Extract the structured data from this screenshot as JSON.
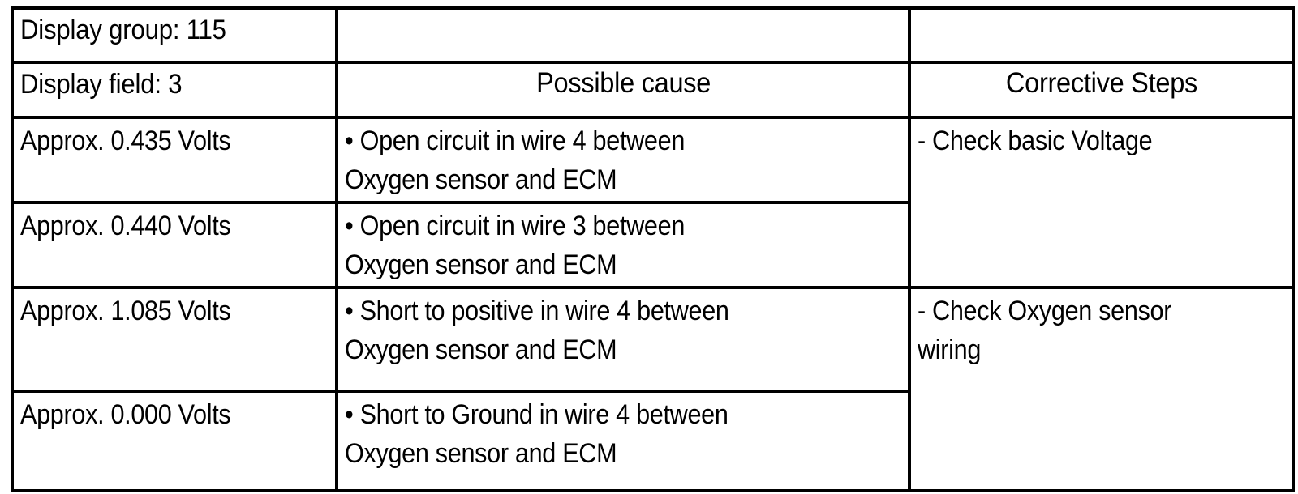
{
  "table": {
    "columns": [
      {
        "key": "display",
        "header": ""
      },
      {
        "key": "possible_cause",
        "header": "Possible cause"
      },
      {
        "key": "corrective_steps",
        "header": "Corrective Steps"
      }
    ],
    "meta_row": {
      "display_group_label": "Display group: 115",
      "col2_blank": "",
      "col3_blank": ""
    },
    "header_row": {
      "display_field_label": "Display field: 3",
      "possible_cause_header": "Possible cause",
      "corrective_steps_header": "Corrective Steps"
    },
    "rows": [
      {
        "voltage": "Approx. 0.435 Volts",
        "cause_bullet": "• Open circuit in wire 4 between",
        "cause_cont": "Oxygen sensor and ECM",
        "corrective_line1": "- Check basic Voltage",
        "corrective_line2": "",
        "corrective_rowspan": 2
      },
      {
        "voltage": "Approx. 0.440 Volts",
        "cause_bullet": "• Open circuit in wire 3 between",
        "cause_cont": "Oxygen sensor and ECM"
      },
      {
        "voltage": "Approx. 1.085 Volts",
        "cause_bullet": "• Short to positive in wire 4 between",
        "cause_cont": "Oxygen sensor and ECM",
        "corrective_line1": "- Check Oxygen sensor",
        "corrective_line2": "wiring",
        "corrective_rowspan": 2
      },
      {
        "voltage": "Approx. 0.000 Volts",
        "cause_bullet": "• Short to Ground in wire 4 between",
        "cause_cont": "Oxygen sensor and ECM"
      }
    ]
  },
  "style": {
    "border_color": "#000000",
    "background_color": "#ffffff",
    "text_color": "#000000"
  }
}
